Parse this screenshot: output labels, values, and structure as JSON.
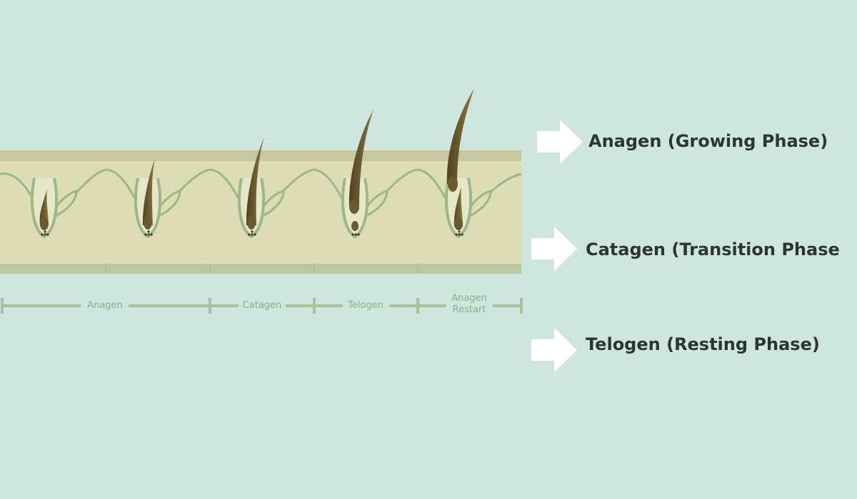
{
  "diagram": {
    "timeline": {
      "segments": [
        "Anagen",
        "Catagen",
        "Telogen"
      ],
      "restart": [
        "Anagen",
        "Restart"
      ]
    },
    "phases": [
      {
        "label": "Anagen (Growing Phase)"
      },
      {
        "label": "Catagen (Transition Phase"
      },
      {
        "label": "Telogen (Resting Phase)"
      }
    ]
  },
  "colors": {
    "background": "#cfe6de",
    "skin_top": "#c8c8a0",
    "skin": "#dcdcb6",
    "dermis_line": "#9db883",
    "hair": "#6a5a30",
    "arrow": "#ffffff",
    "text": "#2b3535"
  }
}
